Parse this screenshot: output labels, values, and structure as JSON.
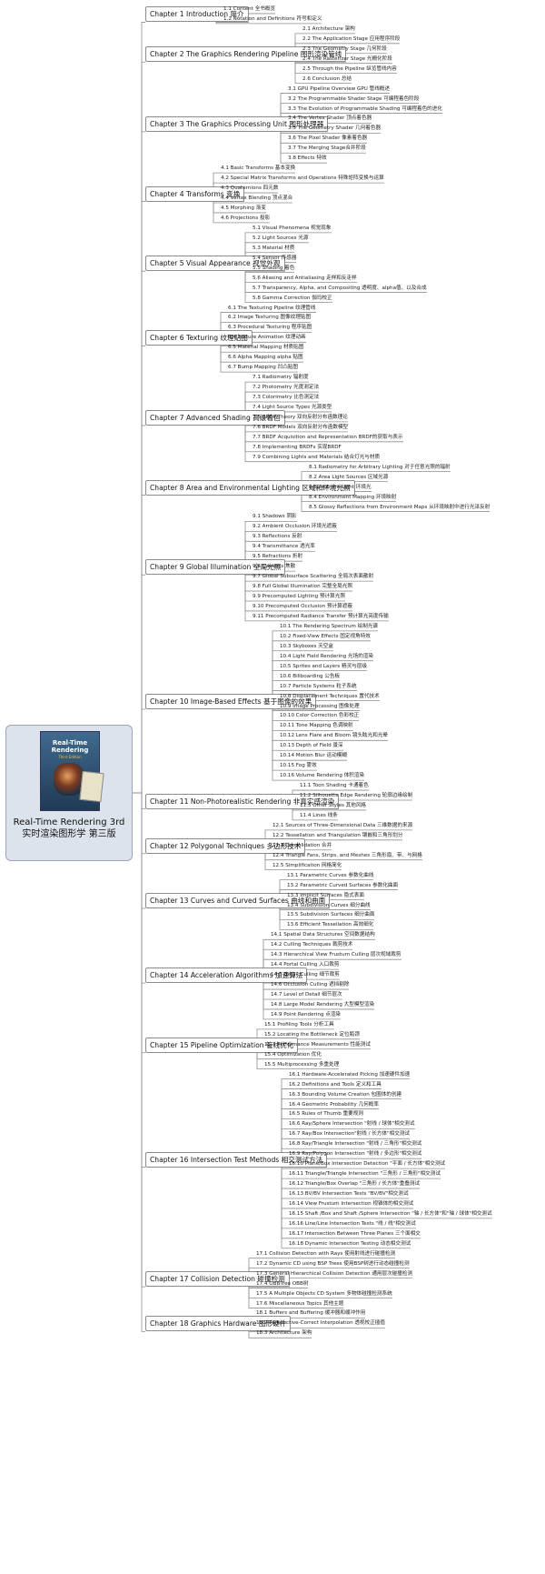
{
  "root": {
    "cover_title": "Real-Time Rendering",
    "cover_subtitle": "Third Edition",
    "title_en": "Real-Time Rendering 3rd",
    "title_zh": "实时渲染图形学 第三版"
  },
  "chapters": [
    {
      "label": "Chapter 1 Introduction 简介",
      "sections": [
        "1.1 Content 全书概览",
        "1.2 Notation and Definitions 符号和定义"
      ]
    },
    {
      "label": "Chapter 2 The Graphics Rendering Pipeline 图形渲染管线",
      "sections": [
        "2.1 Architecture 架构",
        "2.2 The Application Stage 应用程序阶段",
        "2.3 The Geometry Stage 几何阶段",
        "2.4 The Rasterizer Stage 光栅化阶段",
        "2.5 Through the Pipeline 纵览管线内容",
        "2.6 Conclusion 总结"
      ]
    },
    {
      "label": "Chapter 3 The Graphics Processing Unit 图形处理器",
      "sections": [
        "3.1 GPU Pipeline Overview GPU 管线概述",
        "3.2 The Programmable Shader Stage 可编程着色阶段",
        "3.3 The Evolution of Programmable Shading 可编程着色的进化",
        "3.4 The Vertex Shader 顶点着色器",
        "3.5 The Geometry Shader 几何着色器",
        "3.6 The Pixel Shader 像素着色器",
        "3.7 The Merging Stage合并阶段",
        "3.8 Effects 特效"
      ]
    },
    {
      "label": "Chapter 4 Transforms 变换",
      "sections": [
        "4.1 Basic Transforms 基本变换",
        "4.2 Special Matrix Transforms and Operations 特殊矩阵变换与运算",
        "4.3 Quaternions 四元数",
        "4.4 Vertex Blending 顶点混合",
        "4.5 Morphing 渐变",
        "4.6 Projections 投影"
      ]
    },
    {
      "label": "Chapter 5 Visual Appearance 视觉外观",
      "sections": [
        "5.1 Visual Phenomena 视觉现象",
        "5.2 Light Sources 光源",
        "5.3 Material 材质",
        "5.4 Sensor 传感器",
        "5.5 Shading 着色",
        "5.6 Aliasing and Antialiasing 走样和反走样",
        "5.7 Transparency, Alpha, and Compositing 透明度、alpha值、以及合成",
        "5.8 Gamma Correction 伽玛校正"
      ]
    },
    {
      "label": "Chapter 6 Texturing 纹理贴图",
      "sections": [
        "6.1 The Texturing Pipeline 纹理管线",
        "6.2 Image Texturing 图像纹理贴图",
        "6.3 Procedural Texturing 程序贴图",
        "6.4 Texture Animation 纹理动画",
        "6.5 Material Mapping 材质贴图",
        "6.6 Alpha Mapping alpha 贴图",
        "6.7 Bump Mapping 凹凸贴图"
      ]
    },
    {
      "label": "Chapter 7 Advanced Shading 高级着色",
      "sections": [
        "7.1 Radiometry 辐射度",
        "7.2 Photometry 光度测定法",
        "7.3 Colorimetry 比色测定法",
        "7.4 Light Source Types 光源类型",
        "7.5 BRDF Theory 双向反射分布函数理论",
        "7.6 BRDF Models 双向反射分布函数模型",
        "7.7 BRDF Acquisition and Representation  BRDF的获取与表示",
        "7.8 Implementing BRDFs  实现BRDF",
        "7.9 Combining Lights and Materials 结合灯光与材质"
      ]
    },
    {
      "label": "Chapter 8 Area and Environmental Lighting 区域和环境光照",
      "sections": [
        "8.1 Radiometry for Arbitrary Lighting 对于任意光照的辐射",
        "8.2 Area Light Sources 区域光源",
        "8.3 Ambient Light 环境光",
        "8.4 Environment Mapping 环境映射",
        "8.5 Glossy Reflections from Environment Maps 从环境映射中进行光泽反射"
      ]
    },
    {
      "label": "Chapter 9 Global Illumination 全局光照",
      "sections": [
        "9.1 Shadows 阴影",
        "9.2 Ambient Occlusion 环境光遮蔽",
        "9.3 Reflections 反射",
        "9.4 Transmittance 透光率",
        "9.5 Refractions 折射",
        "9.6 Caustics 焦散",
        "9.7 Global Subsurface Scattering 全局次表面散射",
        "9.8 Full Global Illumination 完整全局光照",
        "9.9 Precomputed Lighting 预计算光照",
        "9.10 Precomputed Occlusion 预计算遮蔽",
        "9.11 Precomputed Radiance Transfer 预计算光亮度传输"
      ]
    },
    {
      "label": "Chapter 10 Image-Based Effects 基于图像的效果",
      "sections": [
        "10.1 The Rendering Spectrum 绘制光谱",
        "10.2 Fixed-View Effects 固定视角特效",
        "10.3 Skyboxes 天空盒",
        "10.4 Light Field Rendering 光场的渲染",
        "10.5 Sprites and Layers 精灵与层级",
        "10.6 Billboarding 公告板",
        "10.7 Particle Systems 粒子系统",
        "10.8 Displacement Techniques 置代技术",
        "10.9 Image Processing 图像处理",
        "10.10 Color Correction 色彩校正",
        "10.11 Tone Mapping 色调映射",
        "10.12 Lens Flare and Bloom 镜头眩光和光晕",
        "10.13 Depth of Field 景深",
        "10.14 Motion Blur 运动模糊",
        "10.15 Fog 雾效",
        "10.16 Volume Rendering 体积渲染"
      ]
    },
    {
      "label": "Chapter 11 Non-Photorealistic Rendering 非真实感渲染",
      "sections": [
        "11.1 Toon Shading 卡通着色",
        "11.2 Silhouette Edge Rendering 轮廓边缘绘制",
        "11.3 Other Styles 其他风格",
        "11.4 Lines 线条"
      ]
    },
    {
      "label": "Chapter 12 Polygonal Techniques 多边形技术",
      "sections": [
        "12.1 Sources of Three-Dimensional Data 三维数据的来源",
        "12.2 Tessellation and Triangulation 镶嵌和三角形划分",
        "12.3 Consolidation 合并",
        "12.4 Triangle Fans, Strips, and Meshes 三角形扇、带、与网格",
        "12.5 Simplification 网格简化"
      ]
    },
    {
      "label": "Chapter 13 Curves and Curved Surfaces 曲线和曲面",
      "sections": [
        "13.1 Parametric Curves 参数化曲线",
        "13.2 Parametric Curved Surfaces 参数化曲面",
        "13.3 Implicit Surfaces 隐式表面",
        "13.4 Subdivision Curves 细分曲线",
        "13.5 Subdivision Surfaces 细分曲面",
        "13.6 Efficient Tessellation 高效细化"
      ]
    },
    {
      "label": "Chapter 14 Acceleration Algorithms 加速算法",
      "sections": [
        "14.1 Spatial Data Structures 空间数据结构",
        "14.2 Culling Techniques 裁剪技术",
        "14.3 Hierarchical View Frustum Culling 层次视域裁剪",
        "14.4 Portal Culling 入口裁剪",
        "14.5 Detail Culling 细节裁剪",
        "14.6 Occlusion Culling 遮挡剔除",
        "14.7 Level of Detail 细节层次",
        "14.8 Large Model Rendering 大型模型渲染",
        "14.9 Point Rendering 点渲染"
      ]
    },
    {
      "label": "Chapter 15 Pipeline Optimization 管线优化",
      "sections": [
        "15.1 Profiling Tools 分析工具",
        "15.2 Locating the Bottleneck 定位瓶颈",
        "15.3 Performance Measurements 性能测试",
        "15.4 Optimization 优化",
        "15.5 Multiprocessing 多重处理"
      ]
    },
    {
      "label": "Chapter 16 Intersection Test Methods 相交测试方法",
      "sections": [
        "16.1 Hardware-Accelerated Picking 加速硬件加速",
        "16.2 Definitions and Tools 定义和工具",
        "16.3 Bounding Volume Creation 包围体的创建",
        "16.4 Geometric Probability 几何概率",
        "16.5 Rules of Thumb 重要规则",
        "16.6 Ray/Sphere Intersection \"射线 / 球体\"相交测试",
        "16.7 Ray/Box Intersection\"射线 / 长方体\"相交测试",
        "16.8 Ray/Triangle Intersection \"射线 / 三角形\"相交测试",
        "16.9 Ray/Polygon Intersection \"射线 / 多边形\"相交测试",
        "16.10 Plane/Box Intersection Detection \"平面 / 长方体\"相交测试",
        "16.11 Triangle/Triangle Intersection \"三角形 / 三角形\"相交测试",
        "16.12 Triangle/Box Overlap \"三角形 / 长方体\"重叠测试",
        "16.13 BV/BV Intersection Tests \"BV/BV\"相交测试",
        "16.14 View Frustum Intersection 视锥体的相交测试",
        "16.15 Shaft /Box and Shaft /Sphere Intersection \"轴 / 长方体\"和\"轴 / 球体\"相交测试",
        "16.16 Line/Line Intersection Tests \"线 / 线\"相交测试",
        "16.17 Intersection Between Three Planes 三个面相交",
        "16.18 Dynamic Intersection Testing 动态相交测试"
      ]
    },
    {
      "label": "Chapter 17 Collision Detection 碰撞检测",
      "sections": [
        "17.1 Collision Detection with Rays 使用射线进行碰撞检测",
        "17.2 Dynamic CD using BSP Trees 使用BSP树进行动态碰撞检测",
        "17.3 General Hierarchical Collision Detection 通用层次碰撞检测",
        "17.4 OBBTree OBB树",
        "17.5 A Multiple Objects CD System 多物体碰撞检测系统",
        "17.6 Miscellaneous Topics 其他主题"
      ]
    },
    {
      "label": "Chapter 18 Graphics Hardware 图形硬件",
      "sections": [
        "18.1 Buffers and Buffering 缓冲器和缓冲作用",
        "18.2 Perspective-Correct Interpolation 透视校正插值",
        "18.3 Architecture 架构"
      ]
    }
  ]
}
